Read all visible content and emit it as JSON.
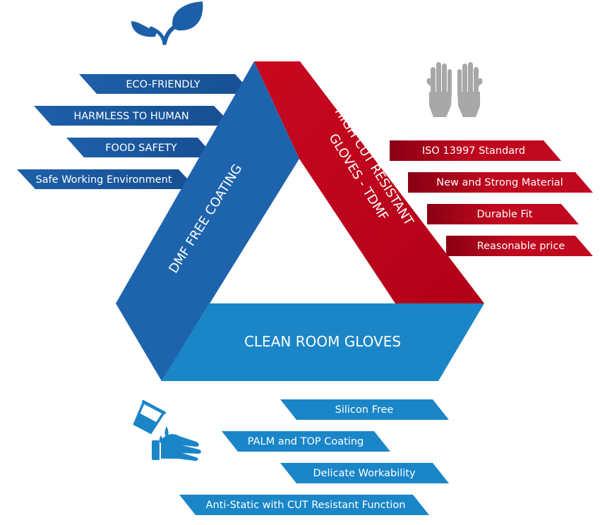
{
  "colors": {
    "blue_dark": "#1b5fa8",
    "blue_mid": "#1e64ad",
    "blue_light": "#1a86c8",
    "red": "#c0081e",
    "red_dark": "#9e0016",
    "grey": "#a8a8a8",
    "white": "#ffffff"
  },
  "triangle": {
    "left_label": "DMF FREE COATING",
    "right_label_line1": "HIGH CUT RESISTANT",
    "right_label_line2": "GLOVES - TDMF",
    "bottom_label": "CLEAN ROOM GLOVES"
  },
  "left_tags": [
    "ECO-FRIENDLY",
    "HARMLESS TO HUMAN",
    "FOOD SAFETY",
    "Safe Working Environment"
  ],
  "right_tags": [
    "ISO 13997 Standard",
    "New and Strong Material",
    "Durable Fit",
    "Reasonable price"
  ],
  "bottom_tags": [
    "Silicon Free",
    "PALM and TOP Coating",
    "Delicate Workability",
    "Anti-Static with CUT Resistant Function"
  ],
  "icons": {
    "leaf": "leaf-icon",
    "gloves": "gloves-icon",
    "chemical": "chemical-hand-icon"
  }
}
